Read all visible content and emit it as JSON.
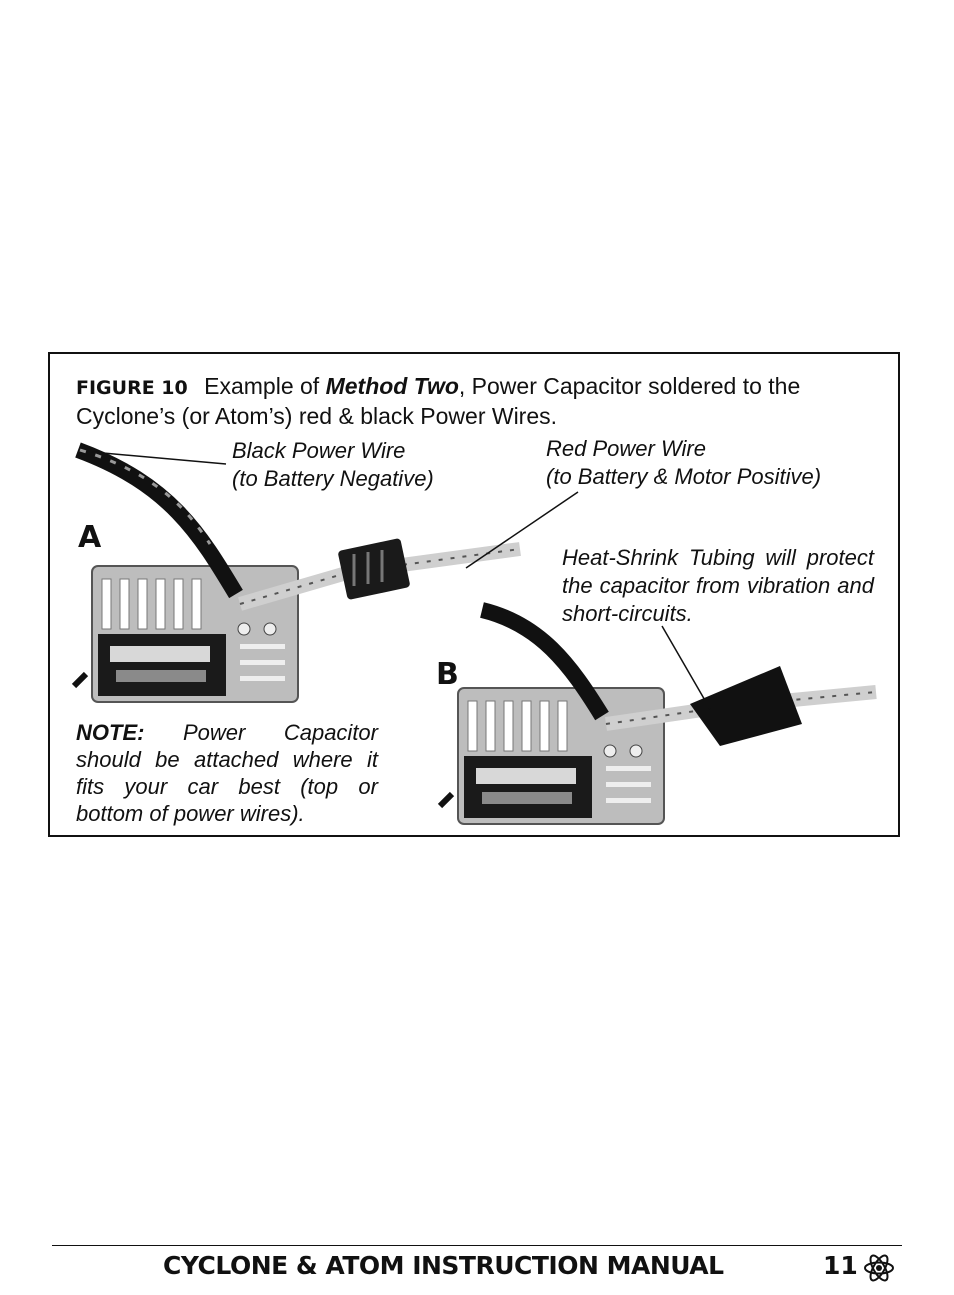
{
  "figure": {
    "label": "FIGURE 10",
    "caption_pre": " Example of ",
    "caption_method": "Method Two",
    "caption_post": ", Power Capacitor soldered to the Cyclone’s (or Atom’s) red & black Power Wires.",
    "callouts": {
      "black_wire": {
        "line1": "Black Power Wire",
        "line2": "(to Battery Negative)"
      },
      "red_wire": {
        "line1": "Red Power Wire",
        "line2": "(to Battery & Motor Positive)"
      },
      "heat_shrink": "Heat-Shrink Tubing will protect the capacitor from vibration and short-circuits."
    },
    "photo_labels": {
      "a": "A",
      "b": "B"
    },
    "note": {
      "label": "NOTE:",
      "text": " Power Capacitor should be attached where it fits your car best (top or bottom of power wires)."
    }
  },
  "footer": {
    "title": "CYCLONE & ATOM INSTRUCTION MANUAL",
    "page_number": "11",
    "icon": "atom-icon"
  }
}
